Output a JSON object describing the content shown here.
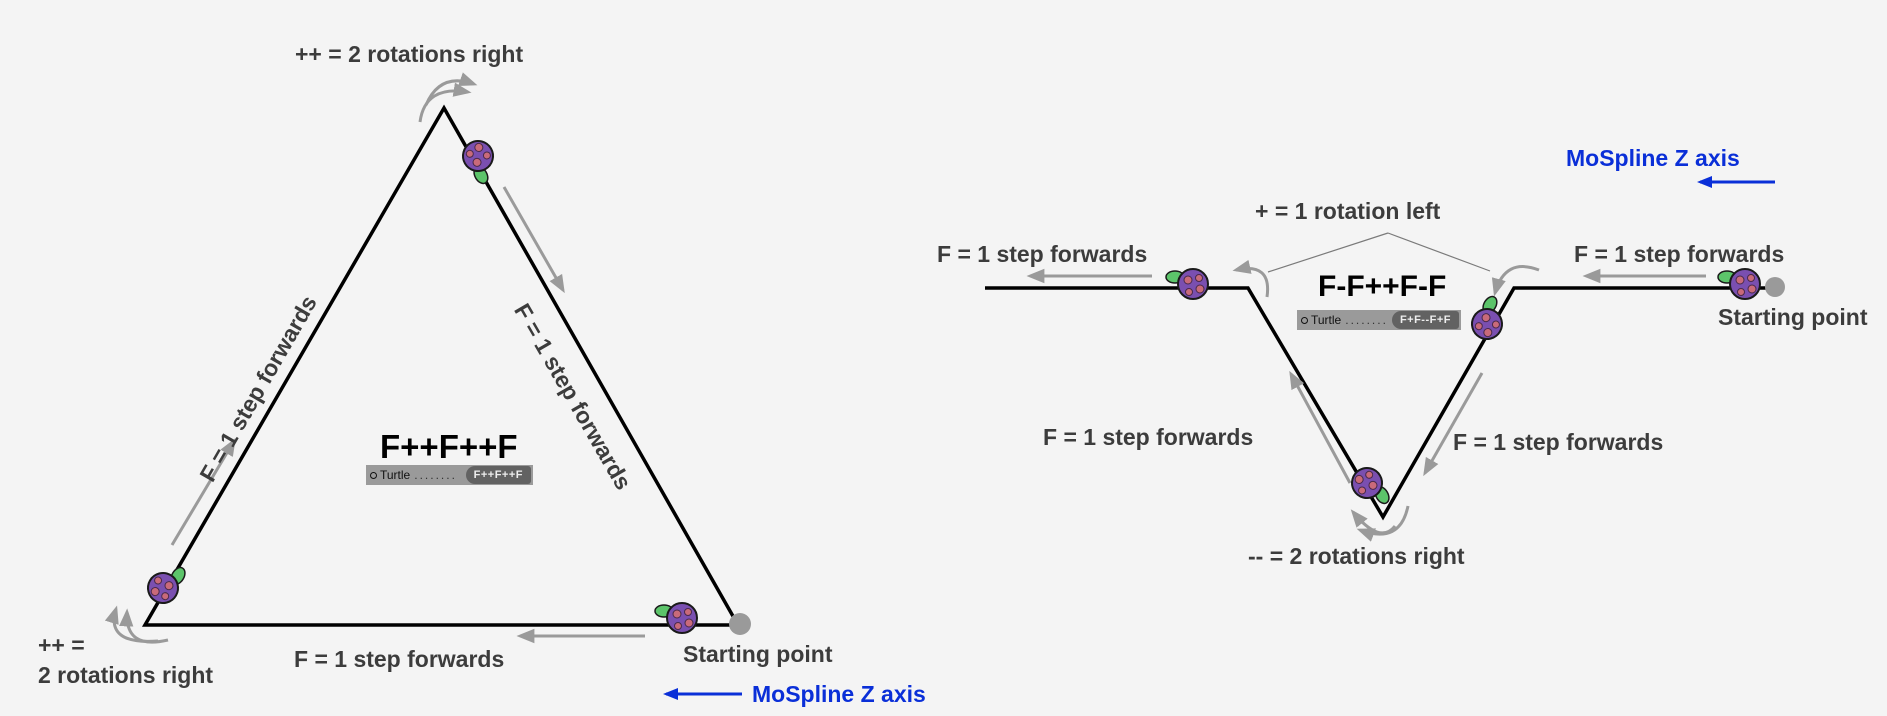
{
  "left_diagram": {
    "formula": "F++F++F",
    "turtle_field": {
      "label": "Turtle",
      "value": "F++F++F"
    },
    "labels": {
      "top_rotation": "++ = 2 rotations right",
      "right_edge": "F = 1 step forwards",
      "left_edge": "F = 1 step forwards",
      "bottom_edge": "F = 1 step forwards",
      "bottom_left_rotation_line1": "++ =",
      "bottom_left_rotation_line2": "2 rotations right",
      "start": "Starting point",
      "axis": "MoSpline Z axis"
    }
  },
  "right_diagram": {
    "formula": "F-F++F-F",
    "turtle_field": {
      "label": "Turtle",
      "value": "F+F--F+F"
    },
    "labels": {
      "axis": "MoSpline Z axis",
      "rotation_left": "+ = 1 rotation left",
      "left_segment": "F = 1 step forwards",
      "right_segment": "F = 1 step forwards",
      "start": "Starting point",
      "down_left": "F = 1 step forwards",
      "up_right": "F = 1 step forwards",
      "bottom_rotation": "-- = 2 rotations right"
    }
  },
  "colors": {
    "background": "#f4f4f4",
    "path": "#000000",
    "arrow": "#9a9a9a",
    "axis_label": "#0a2fd8",
    "label_text": "#3c3c3c",
    "turtle_shell": "#7a4fb0",
    "turtle_head": "#5cc46a"
  }
}
